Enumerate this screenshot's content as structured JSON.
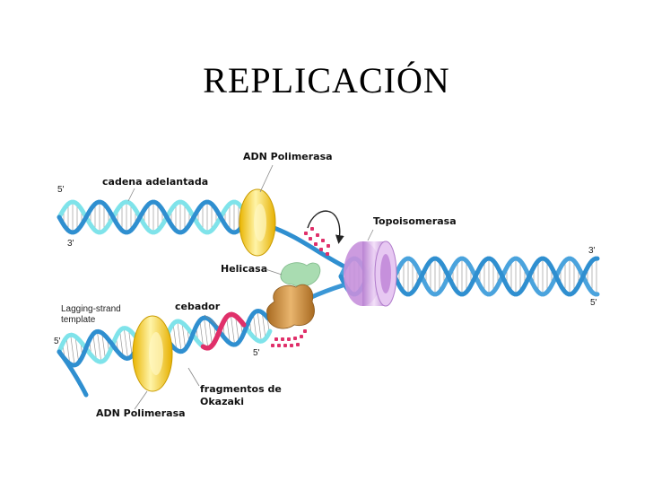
{
  "title": "REPLICACIÓN",
  "labels": {
    "dna_polymerase_top": "ADN Polimerasa",
    "leading_strand": "cadena adelantada",
    "topoisomerase": "Topoisomerasa",
    "helicase": "Helicasa",
    "primer": "cebador",
    "lagging_template_line1": "Lagging-strand",
    "lagging_template_line2": "template",
    "okazaki_line1": "fragmentos de",
    "okazaki_line2": "Okazaki",
    "dna_polymerase_bottom": "ADN Polimerasa"
  },
  "strand_ends": {
    "top_left_5": "5'",
    "top_left_3": "3'",
    "right_3": "3'",
    "right_5": "5'",
    "lower_left_5": "5'",
    "primer_5": "5'"
  },
  "colors": {
    "parent_strand": "#2f8fd0",
    "new_strand": "#7fe3ea",
    "primer": "#e0306a",
    "polymerase": "#f4d23c",
    "topoisomerase": "#d7a6e6",
    "helicase": "#9ed6a7",
    "protein": "#c98a3a",
    "ssb_dots": "#e0306a"
  }
}
